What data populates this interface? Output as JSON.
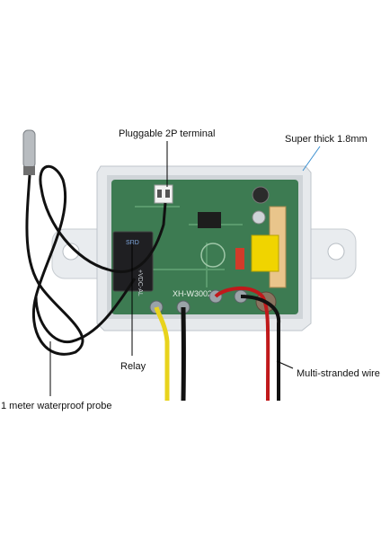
{
  "labels": {
    "terminal": "Pluggable 2P terminal",
    "thick": "Super thick 1.8mm",
    "relay": "Relay",
    "wire": "Multi-stranded wire",
    "probe": "1 meter waterproof probe"
  },
  "board_text": {
    "model": "XH-W3002",
    "relay_brand": "SRD",
    "relay_rating": "+VDC-AL"
  },
  "colors": {
    "enclosure": "#e8ebee",
    "pcb": "#3d7b52",
    "wire_red": "#c0191b",
    "wire_yellow": "#e8d31d",
    "wire_black": "#111111",
    "leader_line": "#000000",
    "thick_leader": "#3a8fd0"
  }
}
